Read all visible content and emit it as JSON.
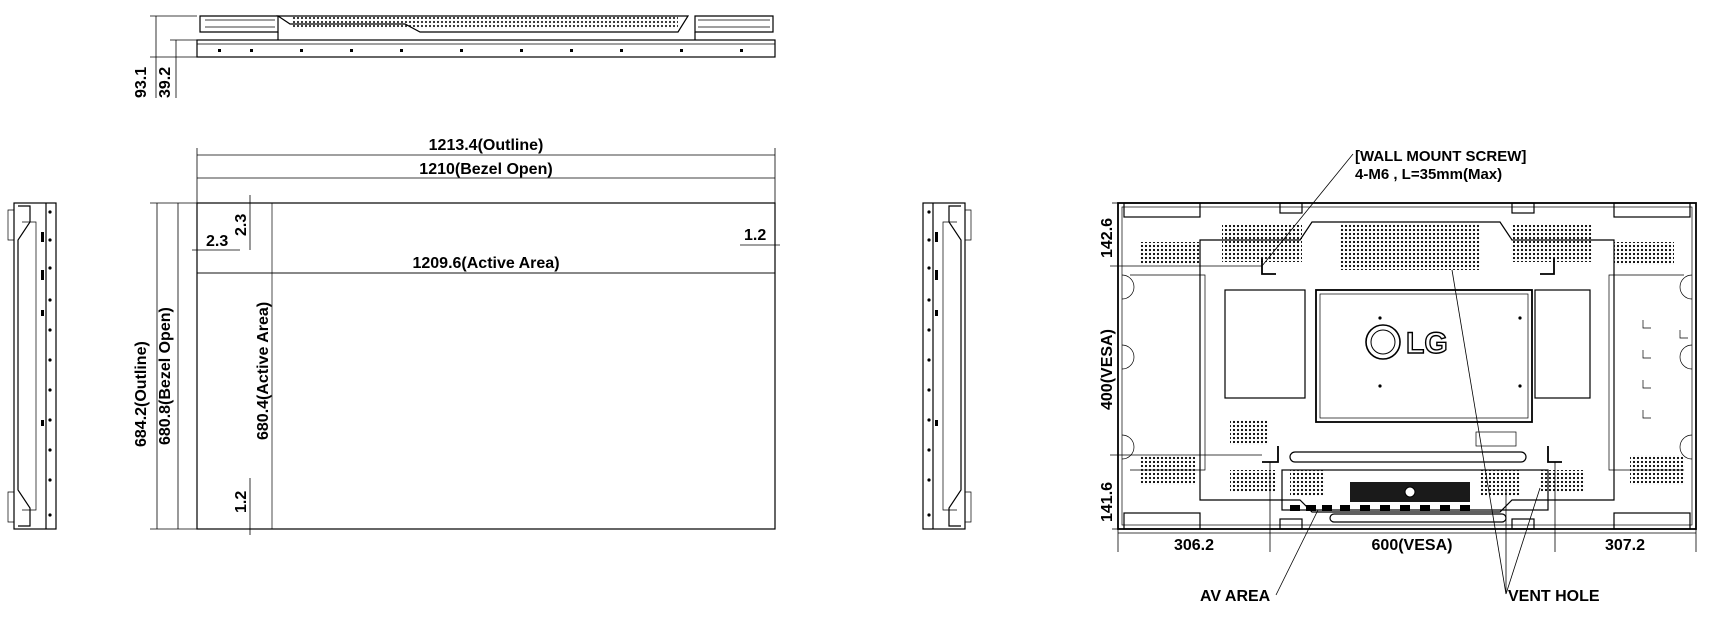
{
  "top_view": {
    "dim_total_depth": "93.1",
    "dim_body_depth": "39.2"
  },
  "front_view": {
    "dim_outline_width": "1213.4(Outline)",
    "dim_bezel_width": "1210(Bezel Open)",
    "dim_active_width": "1209.6(Active Area)",
    "dim_left_margin": "2.3",
    "dim_top_margin": "2.3",
    "dim_right_margin": "1.2",
    "dim_bottom_margin": "1.2",
    "dim_outline_height": "684.2(Outline)",
    "dim_bezel_height": "680.8(Bezel Open)",
    "dim_active_height": "680.4(Active Area)"
  },
  "rear_view": {
    "wall_mount_title": "[WALL MOUNT SCREW]",
    "wall_mount_spec": "4-M6 , L=35mm(Max)",
    "dim_top": "142.6",
    "dim_vesa_vertical": "400(VESA)",
    "dim_bottom": "141.6",
    "dim_left": "306.2",
    "dim_vesa_horizontal": "600(VESA)",
    "dim_right": "307.2",
    "callout_av_area": "AV AREA",
    "callout_vent_hole": "VENT HOLE",
    "brand_logo": "LG"
  }
}
